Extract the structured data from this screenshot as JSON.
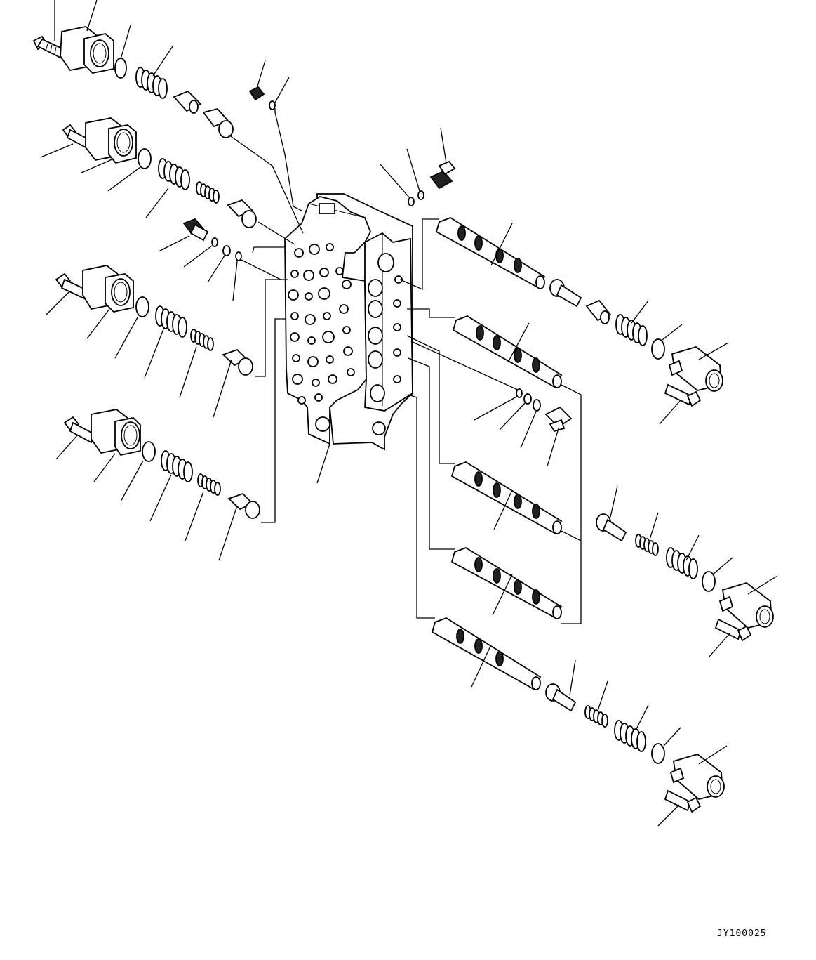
{
  "drawing": {
    "code": "JY100025"
  },
  "groups": [
    "left-cover-assemblies",
    "valve-block",
    "spools",
    "right-cover-assemblies",
    "plugs-and-seals"
  ]
}
